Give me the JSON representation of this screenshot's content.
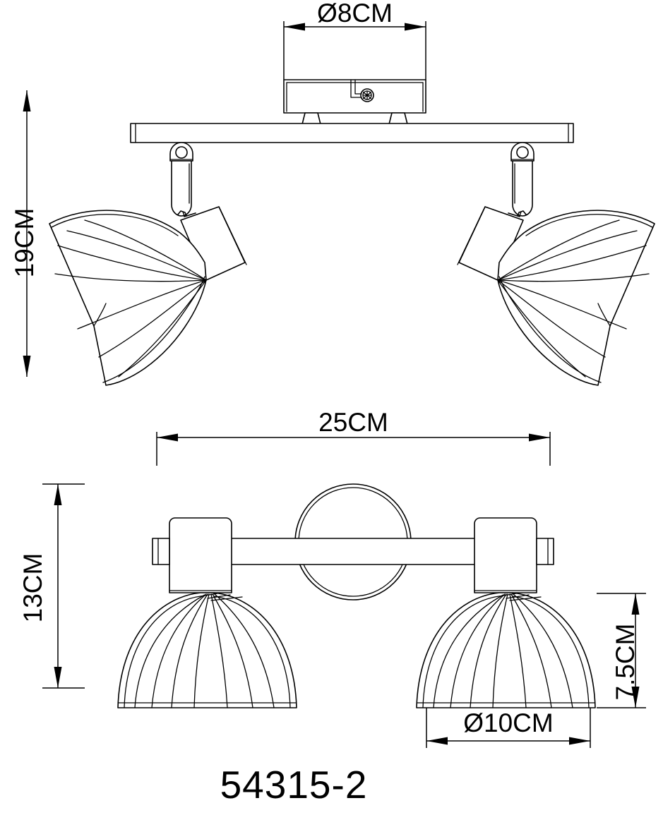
{
  "drawing": {
    "title_model": "54315-2",
    "background_color": "#ffffff",
    "line_color": "#000000",
    "views": [
      {
        "id": "front-elevation",
        "name": "front elevation view"
      },
      {
        "id": "side-elevation",
        "name": "side elevation view"
      }
    ]
  },
  "dimensions": {
    "canopy_diameter": "Ø8CM",
    "overall_height": "19CM",
    "overall_width": "25CM",
    "fixture_depth": "13CM",
    "shade_diameter": "Ø10CM",
    "shade_height": "7.5CM"
  },
  "labels": {
    "model_number": "54315-2"
  }
}
